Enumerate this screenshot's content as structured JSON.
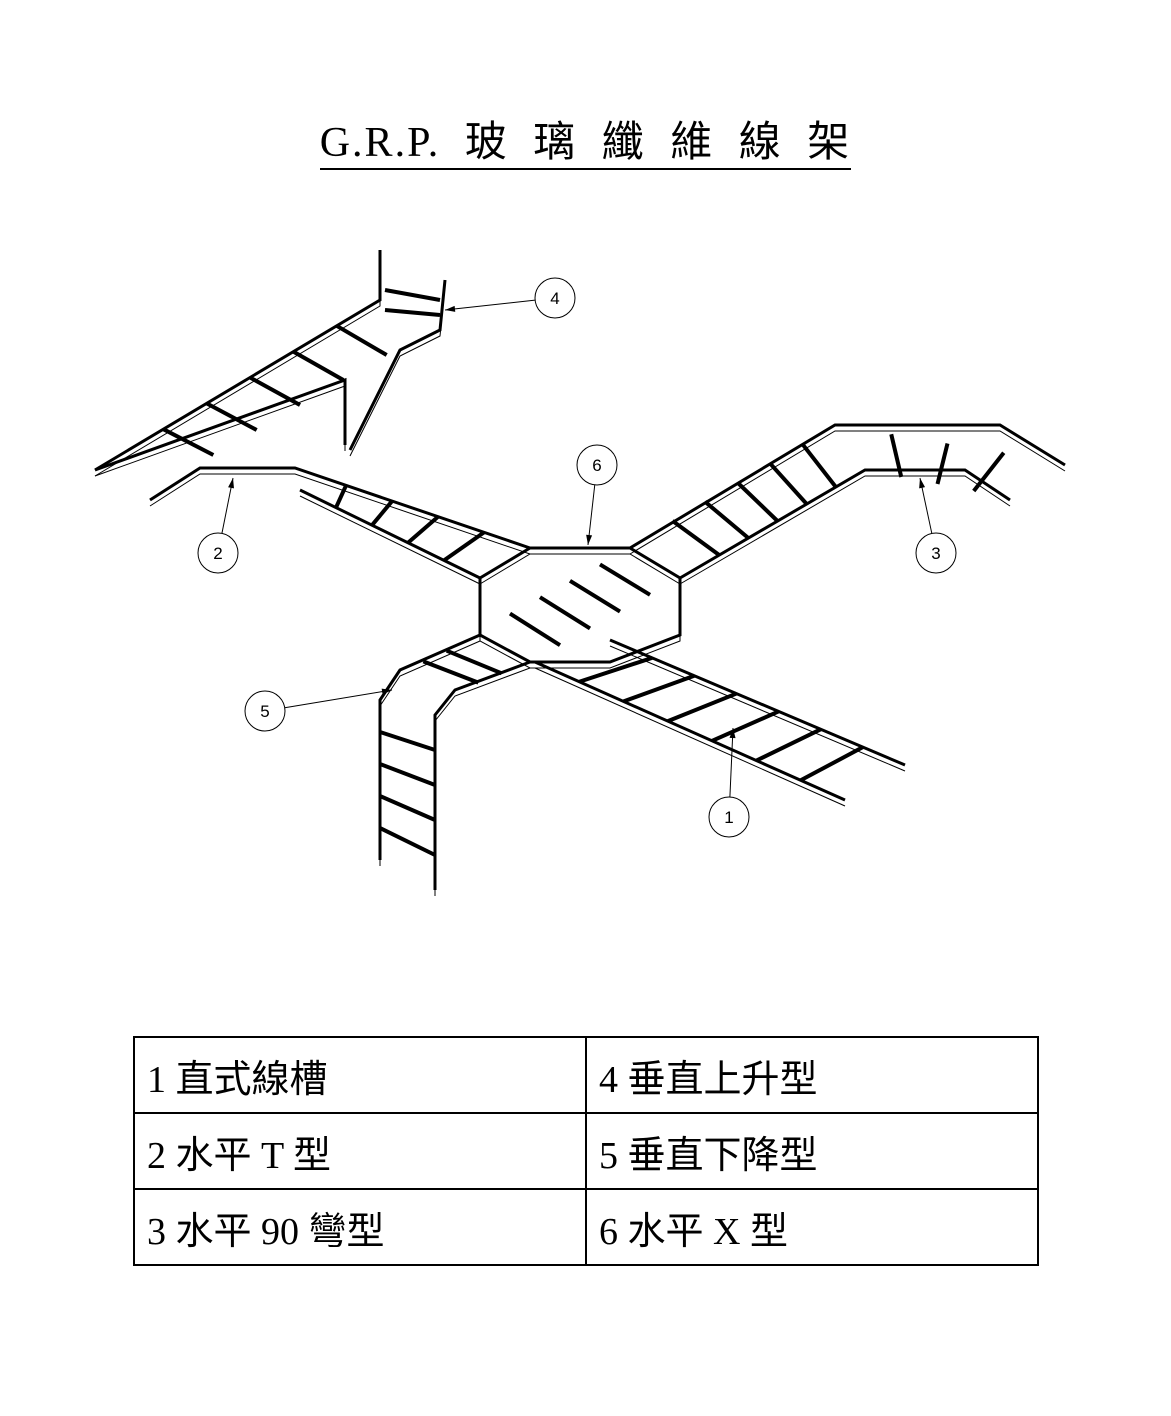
{
  "title": "G.R.P. 玻 璃 纖 維 線 架",
  "callouts": [
    "1",
    "2",
    "3",
    "4",
    "5",
    "6"
  ],
  "legend": [
    [
      "1 直式線槽",
      "4 垂直上升型"
    ],
    [
      "2  水平 T 型",
      "5 垂直下降型"
    ],
    [
      "3 水平 90 彎型",
      "6  水平 X 型"
    ]
  ]
}
